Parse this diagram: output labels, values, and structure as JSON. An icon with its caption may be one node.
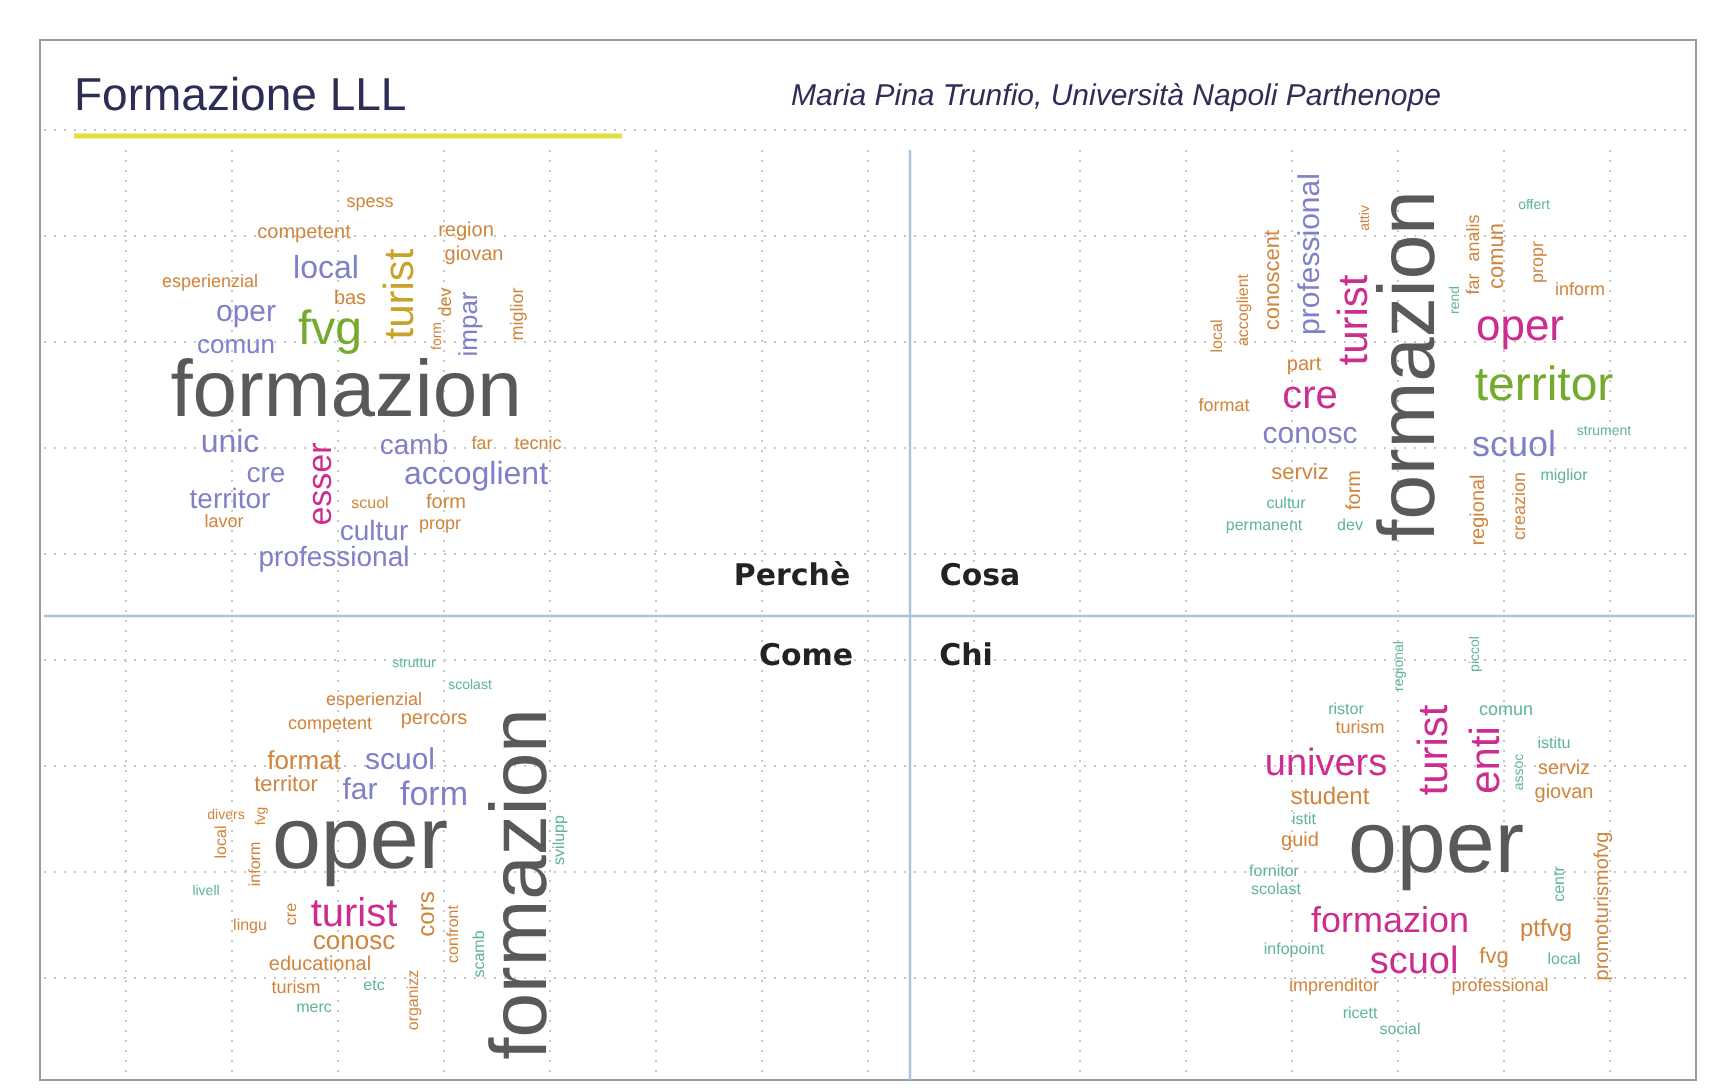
{
  "diagram": {
    "title": "Formazione LLL",
    "labels": [
      "Maria Pina Trunfio, Università Napoli Parthenope",
      "spess",
      "competent",
      "turist",
      "region",
      "giovan",
      "esperienzial",
      "local",
      "bas",
      "fvg",
      "oper",
      "comun",
      "form",
      "dev",
      "impar",
      "miglior",
      "formazion",
      "unic",
      "esser",
      "camb",
      "far",
      "tecnic",
      "cre",
      "accoglient",
      "territor",
      "scuol",
      "form",
      "lavor",
      "cultur",
      "propr",
      "professional",
      "professional",
      "formazion",
      "local",
      "accoglient",
      "conoscent",
      "attiv",
      "offert",
      "analis",
      "far",
      "comun",
      "rend",
      "propr",
      "inform",
      "turist",
      "oper",
      "part",
      "territor",
      "cre",
      "format",
      "conosc",
      "scuol",
      "strument",
      "serviz",
      "form",
      "regional",
      "creazion",
      "miglior",
      "cultur",
      "permanent",
      "dev",
      "Perchè",
      "Cosa",
      "Come",
      "Chi",
      "struttur",
      "scolast",
      "esperienzial",
      "competent",
      "percors",
      "formazion",
      "format",
      "scuol",
      "territor",
      "far",
      "form",
      "divers",
      "fvg",
      "inform",
      "local",
      "oper",
      "svilupp",
      "livell",
      "cre",
      "turist",
      "cors",
      "confront",
      "scamb",
      "lingu",
      "conosc",
      "educational",
      "turism",
      "merc",
      "etc",
      "organizz",
      "regional",
      "piccol",
      "ristor",
      "comun",
      "turism",
      "turist",
      "enti",
      "assoc",
      "istitu",
      "univers",
      "serviz",
      "student",
      "giovan",
      "istit",
      "guid",
      "oper",
      "promoturismofvg",
      "centr",
      "fornitor",
      "scolast",
      "formazion",
      "ptfvg",
      "infopoint",
      "scuol",
      "fvg",
      "local",
      "imprenditor",
      "professional",
      "ricett",
      "social"
    ]
  }
}
